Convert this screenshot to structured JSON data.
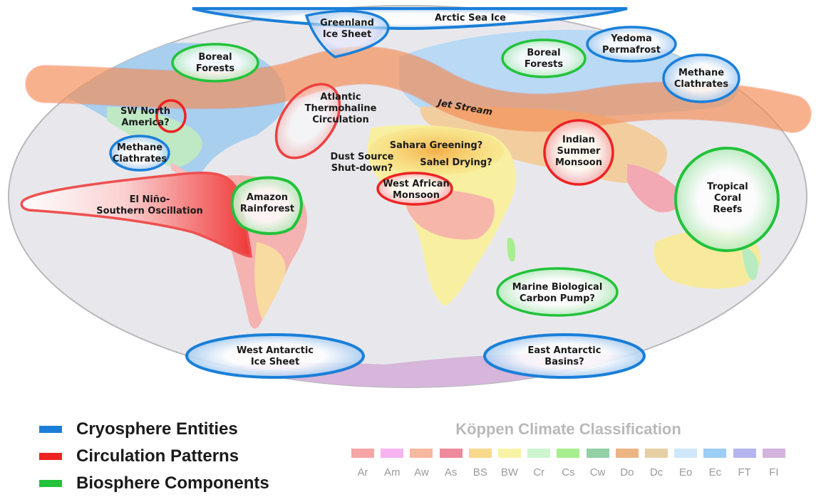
{
  "map": {
    "jet_stream_label": "Jet Stream",
    "tipping_elements": [
      {
        "id": "arctic-sea-ice",
        "category": "cryosphere",
        "lines": [
          "Arctic Sea Ice"
        ]
      },
      {
        "id": "greenland-ice-sheet",
        "category": "cryosphere",
        "lines": [
          "Greenland",
          "Ice Sheet"
        ]
      },
      {
        "id": "boreal-forests-west",
        "category": "biosphere",
        "lines": [
          "Boreal",
          "Forests"
        ]
      },
      {
        "id": "boreal-forests-east",
        "category": "biosphere",
        "lines": [
          "Boreal",
          "Forests"
        ]
      },
      {
        "id": "yedoma-permafrost",
        "category": "cryosphere",
        "lines": [
          "Yedoma",
          "Permafrost"
        ]
      },
      {
        "id": "methane-clathrates-east",
        "category": "cryosphere",
        "lines": [
          "Methane",
          "Clathrates"
        ]
      },
      {
        "id": "atlantic-thermohaline-circulation",
        "category": "circulation",
        "lines": [
          "Atlantic",
          "Thermohaline",
          "Circulation"
        ]
      },
      {
        "id": "sw-north-america",
        "category": "circulation",
        "lines": [
          "SW North",
          "America?"
        ]
      },
      {
        "id": "methane-clathrates-west",
        "category": "cryosphere",
        "lines": [
          "Methane",
          "Clathrates"
        ]
      },
      {
        "id": "sahara-greening",
        "category": "circulation",
        "lines": [
          "Sahara Greening?"
        ]
      },
      {
        "id": "dust-source-shutdown",
        "category": "circulation",
        "lines": [
          "Dust Source",
          "Shut-down?"
        ]
      },
      {
        "id": "sahel-drying",
        "category": "circulation",
        "lines": [
          "Sahel Drying?"
        ]
      },
      {
        "id": "west-african-monsoon",
        "category": "circulation",
        "lines": [
          "West African",
          "Monsoon"
        ]
      },
      {
        "id": "indian-summer-monsoon",
        "category": "circulation",
        "lines": [
          "Indian",
          "Summer",
          "Monsoon"
        ]
      },
      {
        "id": "el-nino-southern-oscillation",
        "category": "circulation",
        "lines": [
          "El Niño-",
          "Southern Oscillation"
        ]
      },
      {
        "id": "amazon-rainforest",
        "category": "biosphere",
        "lines": [
          "Amazon",
          "Rainforest"
        ]
      },
      {
        "id": "tropical-coral-reefs",
        "category": "biosphere",
        "lines": [
          "Tropical",
          "Coral",
          "Reefs"
        ]
      },
      {
        "id": "marine-biological-carbon-pump",
        "category": "biosphere",
        "lines": [
          "Marine Biological",
          "Carbon Pump?"
        ]
      },
      {
        "id": "west-antarctic-ice-sheet",
        "category": "cryosphere",
        "lines": [
          "West Antarctic",
          "Ice Sheet"
        ]
      },
      {
        "id": "east-antarctic-basins",
        "category": "cryosphere",
        "lines": [
          "East Antarctic",
          "Basins?"
        ]
      }
    ]
  },
  "legend": {
    "items": [
      {
        "label": "Cryosphere Entities",
        "color": "#1a7fd8"
      },
      {
        "label": "Circulation Patterns",
        "color": "#ee2222"
      },
      {
        "label": "Biosphere Components",
        "color": "#22c23a"
      }
    ]
  },
  "koppen": {
    "title": "Köppen Climate Classification",
    "classes": [
      {
        "code": "Ar",
        "color": "#f6a6a6"
      },
      {
        "code": "Am",
        "color": "#f6b4f0"
      },
      {
        "code": "Aw",
        "color": "#f7b7a0"
      },
      {
        "code": "As",
        "color": "#ee8a9c"
      },
      {
        "code": "BS",
        "color": "#f8d98c"
      },
      {
        "code": "BW",
        "color": "#f9f3a6"
      },
      {
        "code": "Cr",
        "color": "#cdf5cf"
      },
      {
        "code": "Cs",
        "color": "#a7ee8e"
      },
      {
        "code": "Cw",
        "color": "#93cfa7"
      },
      {
        "code": "Do",
        "color": "#ecb684"
      },
      {
        "code": "Dc",
        "color": "#e7cfa4"
      },
      {
        "code": "Eo",
        "color": "#cfe7fa"
      },
      {
        "code": "Ec",
        "color": "#9ccdf4"
      },
      {
        "code": "FT",
        "color": "#b6b5f0"
      },
      {
        "code": "FI",
        "color": "#d4b3dc"
      }
    ]
  }
}
